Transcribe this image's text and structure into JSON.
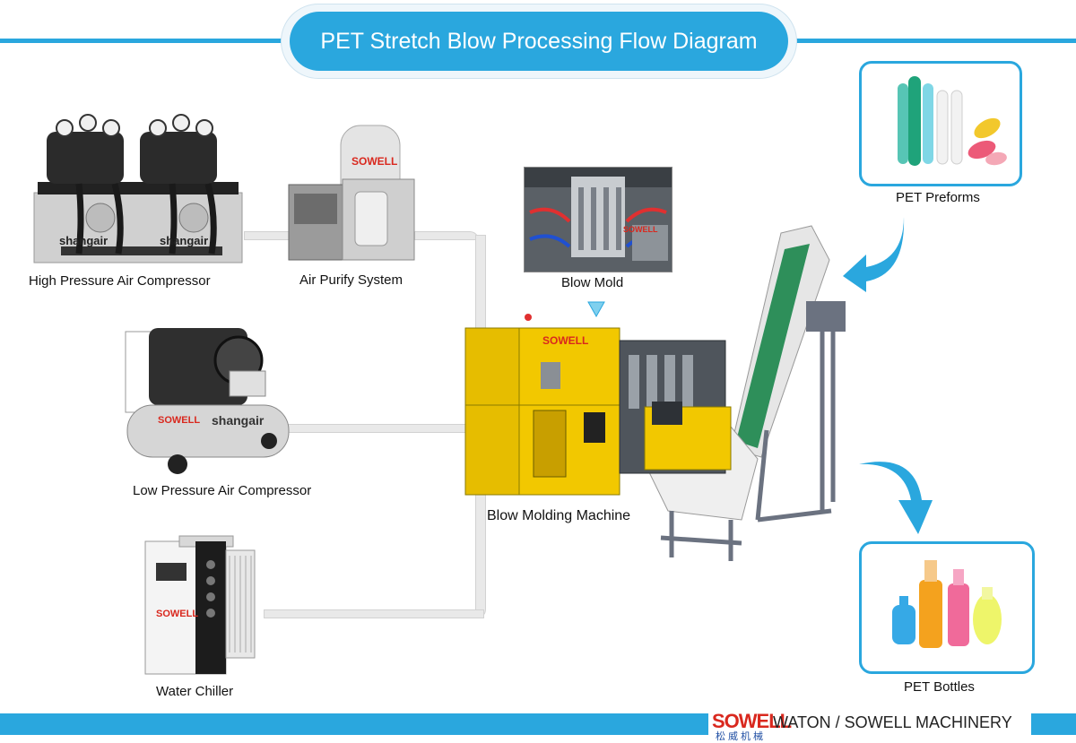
{
  "title": "PET Stretch Blow Processing Flow Diagram",
  "labels": {
    "high_pressure_compressor": "High Pressure Air Compressor",
    "air_purify": "Air Purify System",
    "low_pressure_compressor": "Low Pressure Air Compressor",
    "water_chiller": "Water Chiller",
    "blow_mold": "Blow Mold",
    "blow_machine": "Blow Molding Machine",
    "pet_preforms": "PET Preforms",
    "pet_bottles": "PET Bottles"
  },
  "equipment_text": {
    "brand_mark": "SOWELL",
    "compressor_brand": "shangair"
  },
  "footer": {
    "logo": "SOWELL",
    "logo_cn": "松威机械",
    "company": "WATON / SOWELL MACHINERY"
  },
  "colors": {
    "accent": "#2aa7de",
    "machine_yellow": "#f2c800",
    "logo_red": "#d9281e",
    "logo_blue": "#1f4ea3"
  }
}
